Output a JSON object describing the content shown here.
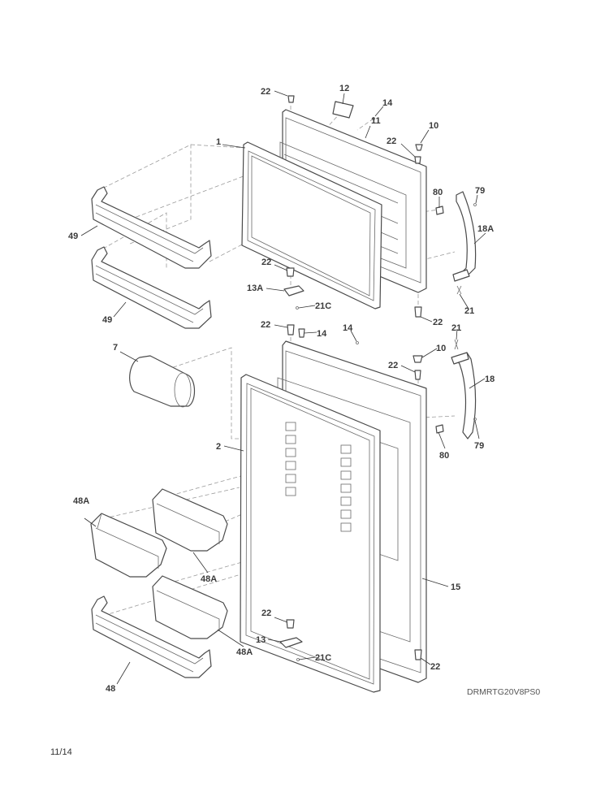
{
  "diagram": {
    "callouts": {
      "c22_top_hinge": "22",
      "c12": "12",
      "c14_upper": "14",
      "c10_upper": "10",
      "c22_upper_right": "22",
      "c11": "11",
      "c1": "1",
      "c80_upper": "80",
      "c79_upper": "79",
      "c18A": "18A",
      "c49_upper": "49",
      "c49_lower": "49",
      "c22_upper_bottom": "22",
      "c13A": "13A",
      "c21C_upper": "21C",
      "c21_upper": "21",
      "c22_upper_br": "22",
      "c22_lower_top": "22",
      "c14_lower_a": "14",
      "c14_lower_b": "14",
      "c21_lower": "21",
      "c10_lower": "10",
      "c22_lower_right": "22",
      "c18": "18",
      "c7": "7",
      "c2": "2",
      "c80_lower": "80",
      "c79_lower": "79",
      "c48A_left": "48A",
      "c48A_mid": "48A",
      "c48A_low": "48A",
      "c15": "15",
      "c22_lower_bottom": "22",
      "c13": "13",
      "c21C_lower": "21C",
      "c22_lower_br": "22",
      "c48": "48"
    }
  },
  "footer": {
    "drawing_code": "DRMRTG20V8PS0",
    "page": "11/14"
  }
}
